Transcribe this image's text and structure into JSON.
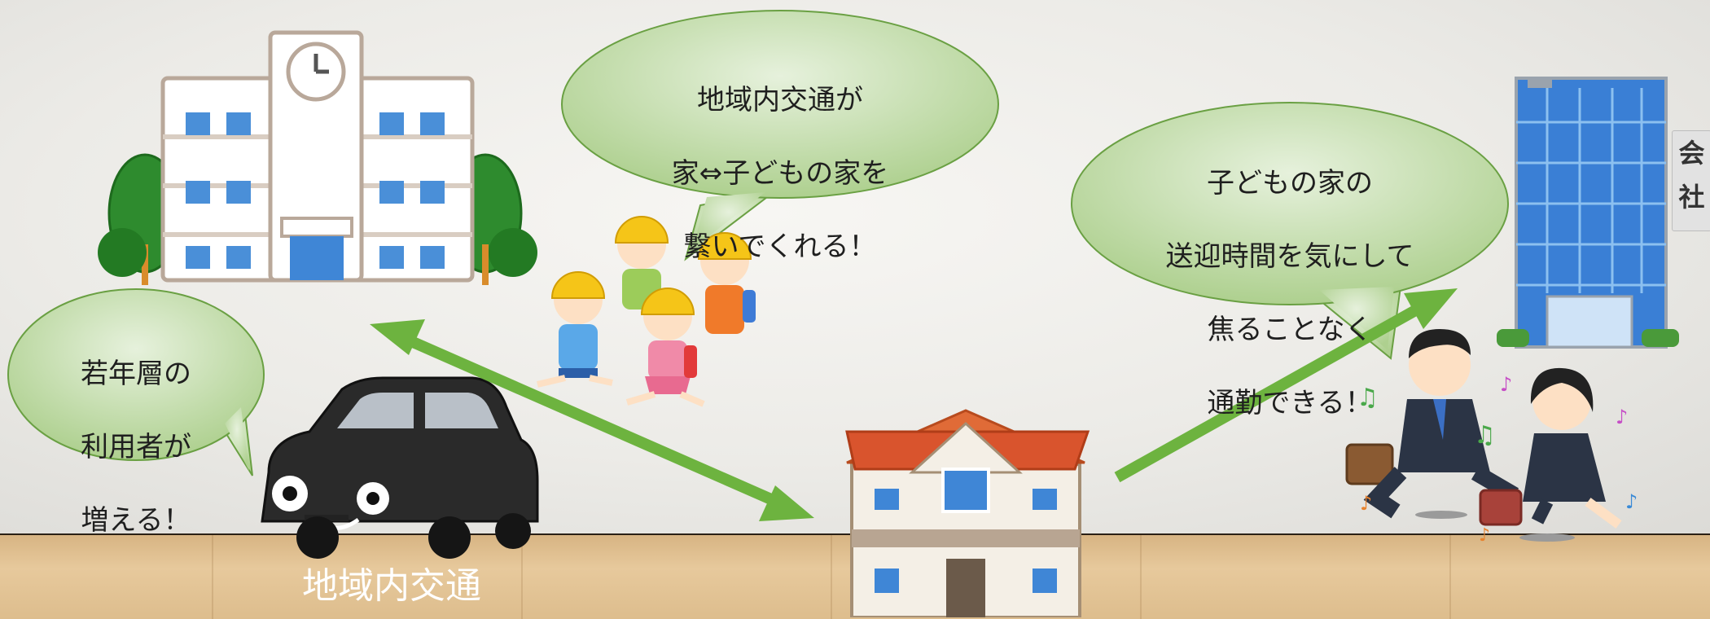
{
  "bubbles": {
    "community": {
      "lines": [
        "地域内交通が",
        "家⇔子どもの家を",
        "繋いでくれる！"
      ]
    },
    "commute": {
      "lines": [
        "子どもの家の",
        "送迎時間を気にして",
        "焦ることなく",
        "通勤できる！"
      ]
    },
    "young_users": {
      "lines": [
        "若年層の",
        "利用者が",
        "増える！"
      ]
    }
  },
  "caption": "地域内交通",
  "office_sign": [
    "会",
    "社"
  ],
  "colors": {
    "bubble_fill": "#c4dfae",
    "bubble_stroke": "#6aa043",
    "arrow": "#6db33f"
  },
  "icons": {
    "school": "school-building-icon",
    "children": "children-walking-icon",
    "car": "smiling-car-icon",
    "house": "house-icon",
    "office": "office-building-icon",
    "commuters": "running-commuters-icon"
  }
}
